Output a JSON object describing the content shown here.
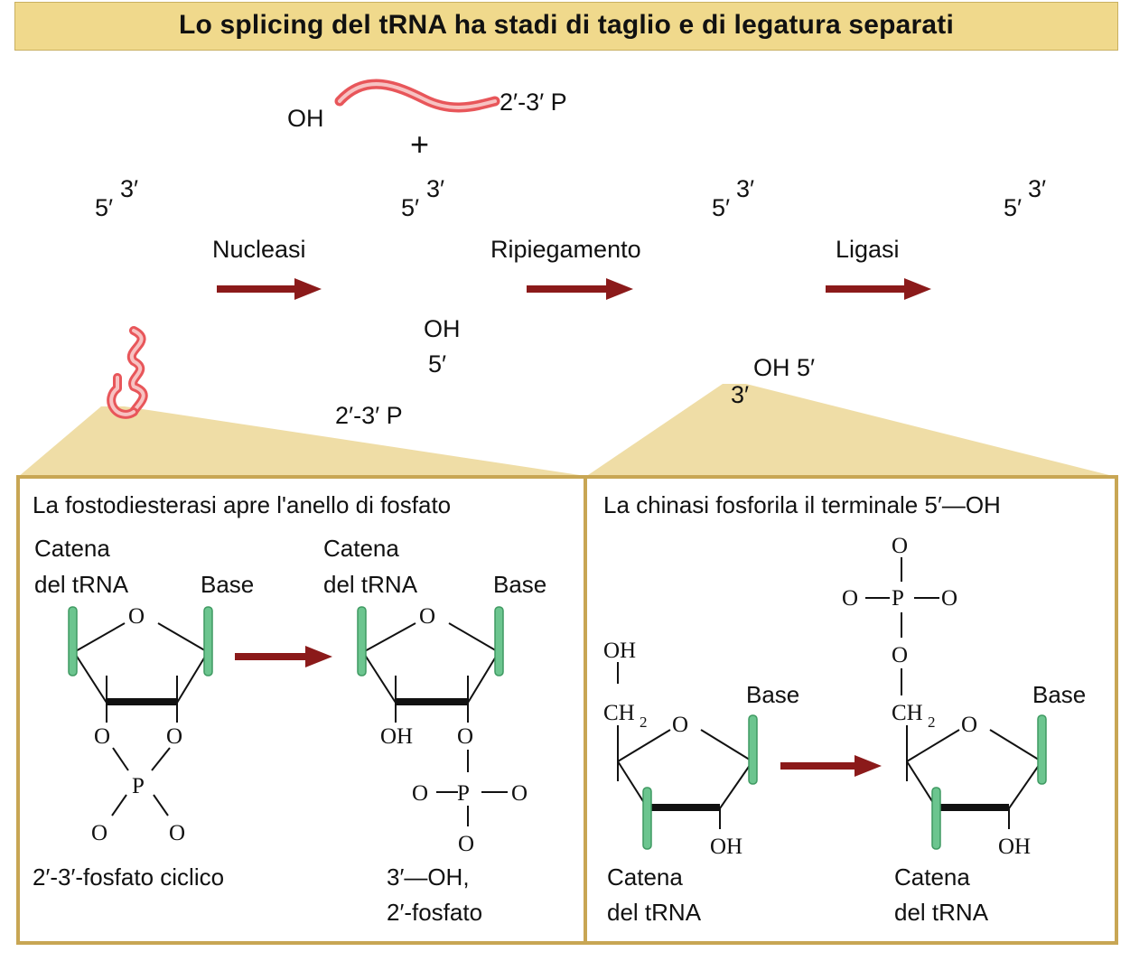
{
  "title": "Lo splicing del tRNA ha stadi di taglio e di legatura separati",
  "colors": {
    "banner": "#f0d98c",
    "trna_green": "#5fbf84",
    "trna_green_light": "#c6ecd2",
    "intron_red": "#e8565a",
    "intron_red_light": "#f7c2c2",
    "arrow": "#8b1a1a",
    "panel_border": "#c8a654",
    "wedge": "#e7d18c"
  },
  "top": {
    "released_intron": {
      "left_label": "OH",
      "right_label": "2′-3′ P"
    },
    "plus": "+",
    "step_labels": [
      "Nucleasi",
      "Ripiegamento",
      "Ligasi"
    ],
    "trna1": {
      "five": "5′",
      "three": "3′"
    },
    "trna2": {
      "five": "5′",
      "three": "3′",
      "oh": "OH",
      "five_b": "5′",
      "end": "2′-3′ P"
    },
    "trna3": {
      "five": "5′",
      "three": "3′",
      "oh_five": "OH 5′",
      "three_b": "3′"
    },
    "trna4": {
      "five": "5′",
      "three": "3′"
    }
  },
  "left_panel": {
    "title": "La fostodiesterasi apre l'anello di fosfato",
    "chain_line1": "Catena",
    "chain_line2": "del tRNA",
    "base": "Base",
    "ring_O": "O",
    "left_caption": "2′-3′-fosfato ciclico",
    "right_caption_line1": "3′—OH,",
    "right_caption_line2": "2′-fosfato",
    "O": "O",
    "P": "P",
    "OH": "OH"
  },
  "right_panel": {
    "title": "La chinasi fosforila il terminale 5′—OH",
    "base": "Base",
    "OH": "OH",
    "CH": "CH",
    "sub2": "2",
    "O": "O",
    "P": "P",
    "chain_line1": "Catena",
    "chain_line2": "del tRNA"
  }
}
